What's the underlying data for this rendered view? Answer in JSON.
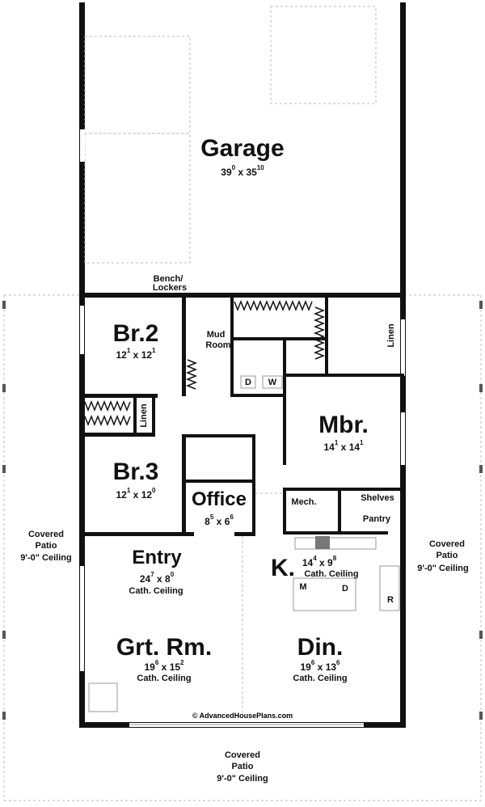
{
  "rooms": {
    "garage": {
      "name": "Garage",
      "w": "39",
      "w_in": "0",
      "l": "35",
      "l_in": "10"
    },
    "br2": {
      "name": "Br.2",
      "w": "12",
      "w_in": "1",
      "l": "12",
      "l_in": "1"
    },
    "br3": {
      "name": "Br.3",
      "w": "12",
      "w_in": "1",
      "l": "12",
      "l_in": "0"
    },
    "mbr": {
      "name": "Mbr.",
      "w": "14",
      "w_in": "1",
      "l": "14",
      "l_in": "1"
    },
    "office": {
      "name": "Office",
      "w": "8",
      "w_in": "5",
      "l": "6",
      "l_in": "6"
    },
    "entry": {
      "name": "Entry",
      "w": "24",
      "w_in": "7",
      "l": "8",
      "l_in": "0",
      "note": "Cath. Ceiling"
    },
    "kitchen": {
      "name": "K.",
      "w": "14",
      "w_in": "4",
      "l": "9",
      "l_in": "8",
      "note": "Cath. Ceiling"
    },
    "great_room": {
      "name": "Grt. Rm.",
      "w": "19",
      "w_in": "6",
      "l": "15",
      "l_in": "2",
      "note": "Cath. Ceiling"
    },
    "dining": {
      "name": "Din.",
      "w": "19",
      "w_in": "6",
      "l": "13",
      "l_in": "6",
      "note": "Cath. Ceiling"
    }
  },
  "labels": {
    "bench": "Bench/",
    "lockers": "Lockers",
    "mud": "Mud",
    "room": "Room",
    "linen_bath": "Linen",
    "linen_hall": "Linen",
    "dryer": "D",
    "washer": "W",
    "mech": "Mech.",
    "shelves": "Shelves",
    "pantry": "Pantry",
    "microwave": "M",
    "dishwasher": "D",
    "refrigerator": "R",
    "dimension_separator": "x"
  },
  "patios": {
    "left": {
      "line1": "Covered",
      "line2": "Patio",
      "line3": "9'-0\" Ceiling"
    },
    "right": {
      "line1": "Covered",
      "line2": "Patio",
      "line3": "9'-0\" Ceiling"
    },
    "bottom": {
      "line1": "Covered",
      "line2": "Patio",
      "line3": "9'-0\" Ceiling"
    }
  },
  "watermark": "© AdvancedHousePlans.com"
}
